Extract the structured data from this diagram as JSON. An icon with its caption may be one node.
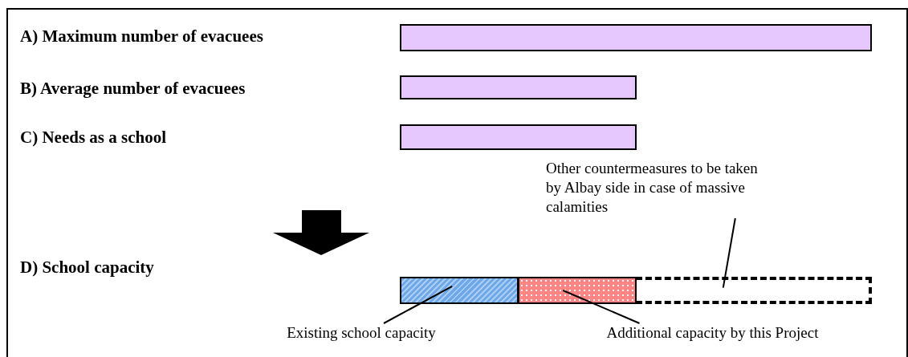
{
  "diagram": {
    "nodes": [
      {
        "text": [],
        "shape": "bar"
      },
      {
        "text": [],
        "shape": "bar"
      },
      {
        "text": [],
        "shape": "bar"
      },
      {
        "text": [
          "Other countermeasures to be taken by Albay side in case of massive calamities"
        ]
      },
      {
        "text": [],
        "shape": "bar"
      },
      {
        "text": [],
        "shape": "bar"
      },
      {
        "text": [],
        "shape": "bar"
      },
      {
        "text": [
          "Existing school capacity"
        ]
      },
      {
        "text": [
          "Additional capacity by this Project"
        ]
      }
    ],
    "edges": [
      {
        "from": 7,
        "to": 4,
        "arrow": "none"
      },
      {
        "from": 8,
        "to": 5,
        "arrow": "none"
      },
      {
        "from": 3,
        "to": 6,
        "arrow": "none"
      }
    ],
    "labels": [
      "A) Maximum number of evacuees",
      "B) Average number of evacuees",
      "C) Needs as a school",
      "D) School capacity"
    ]
  }
}
